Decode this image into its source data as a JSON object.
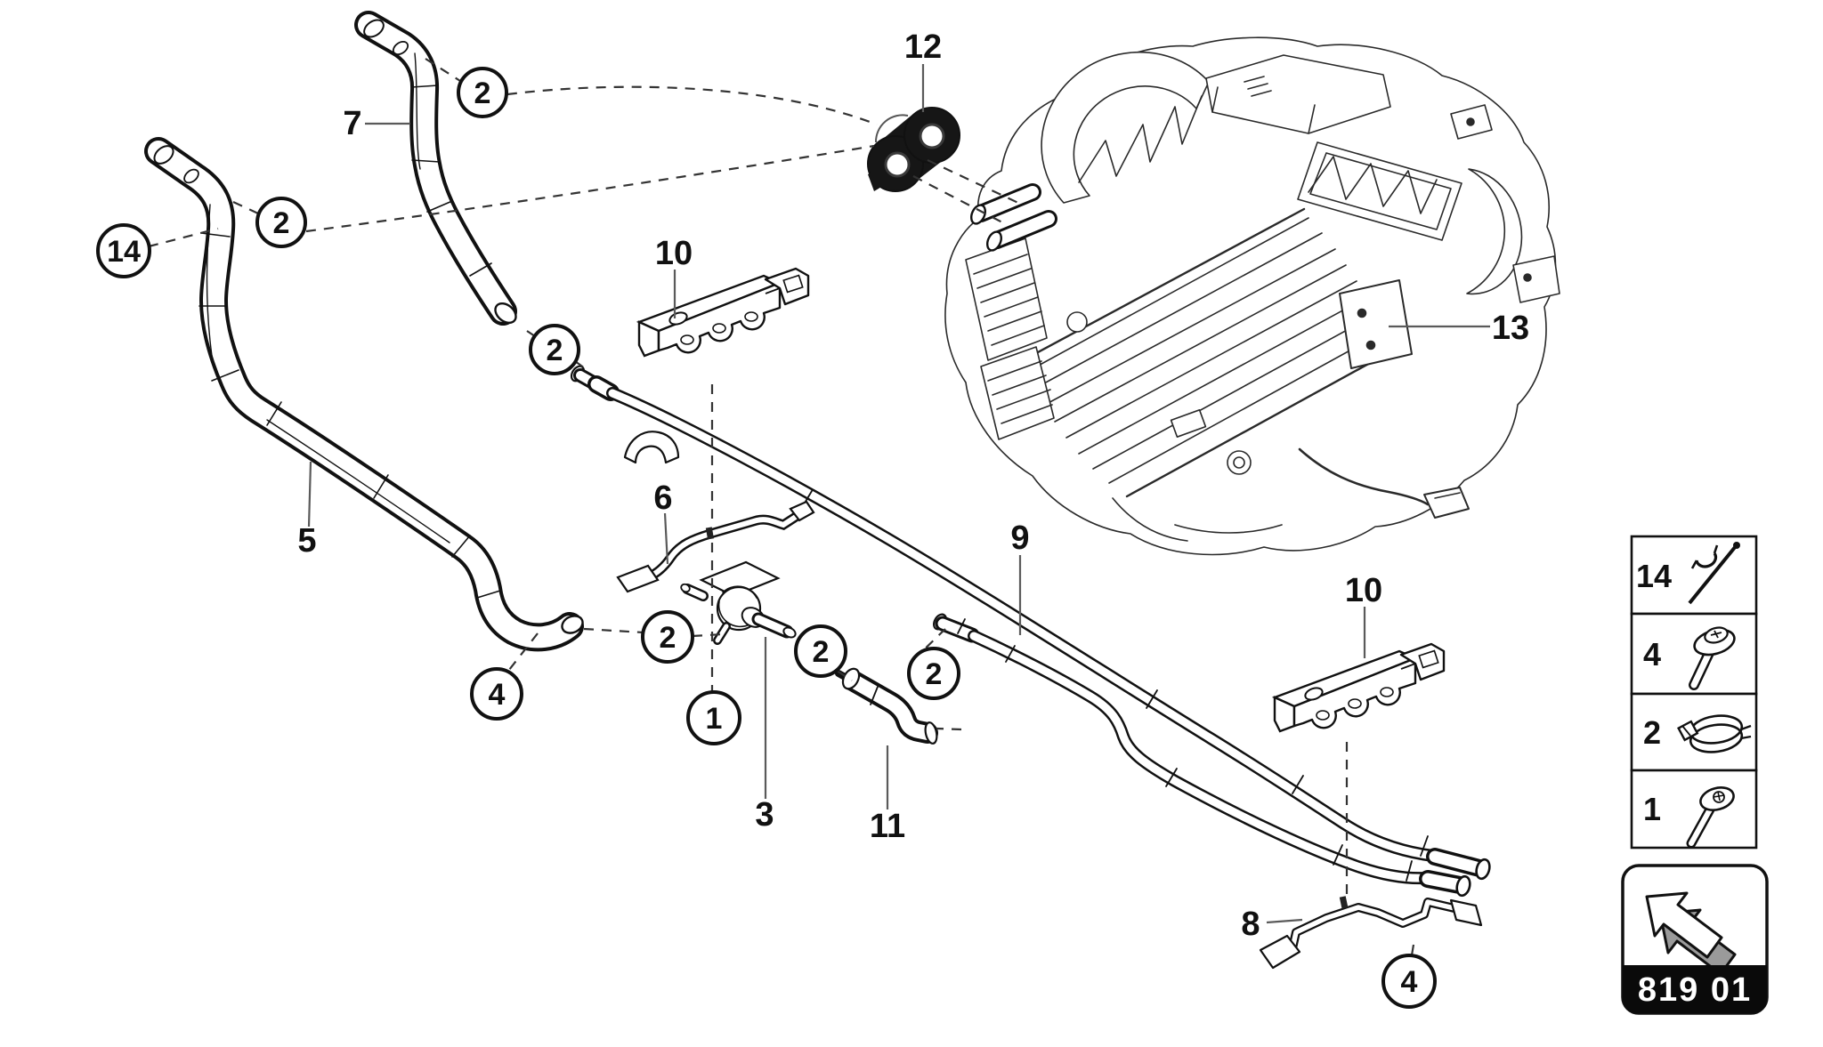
{
  "document": {
    "kind": "parts-catalog-diagram",
    "page_code": "819 01"
  },
  "labels": {
    "p1": "1",
    "p2": "2",
    "p3": "3",
    "p4": "4",
    "p5": "5",
    "p6": "6",
    "p7": "7",
    "p8": "8",
    "p9": "9",
    "p10": "10",
    "p11": "11",
    "p12": "12",
    "p13": "13",
    "p14": "14"
  },
  "legend": {
    "items": [
      {
        "ref": "14",
        "icon": "retaining-clip-pin-icon"
      },
      {
        "ref": "4",
        "icon": "flange-screw-icon"
      },
      {
        "ref": "2",
        "icon": "hose-clamp-icon"
      },
      {
        "ref": "1",
        "icon": "pan-head-screw-icon"
      }
    ]
  },
  "badge": {
    "code": "819 01",
    "icon": "nav-arrow-icon"
  },
  "colors": {
    "line": "#111111",
    "paper": "#ffffff",
    "leader": "#5a5a5a",
    "shade": "#1a1a1a",
    "badge_bg": "#0a0a0a",
    "badge_text": "#ffffff"
  }
}
